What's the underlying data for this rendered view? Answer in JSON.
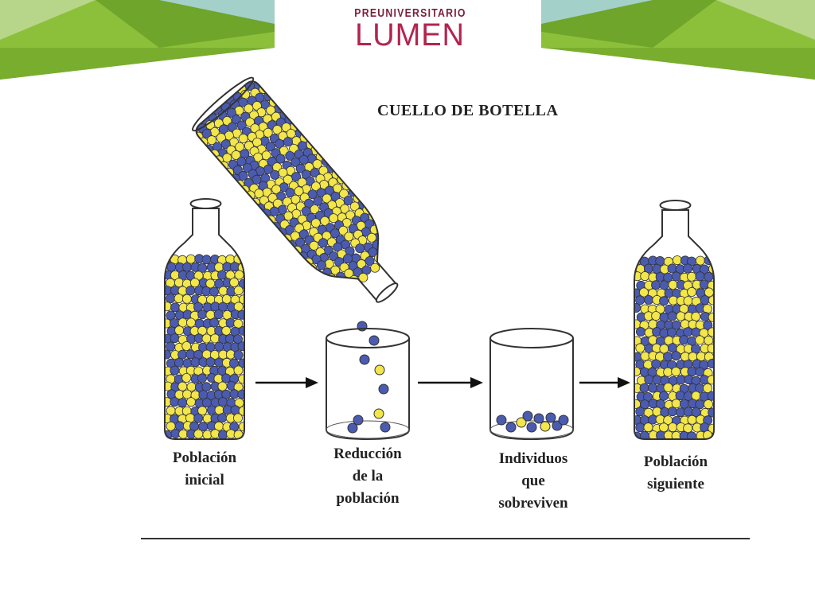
{
  "logo": {
    "line1": "PREUNIVERSITARIO",
    "line2": "LUMEN"
  },
  "diagram": {
    "title": "CUELLO DE BOTELLA",
    "stages": [
      {
        "label_lines": [
          "Población",
          "inicial"
        ]
      },
      {
        "label_lines": [
          "Reducción",
          "de la",
          "población"
        ]
      },
      {
        "label_lines": [
          "Individuos",
          "que",
          "sobreviven"
        ]
      },
      {
        "label_lines": [
          "Población",
          "siguiente"
        ]
      }
    ],
    "colors": {
      "bead_blue": "#4a5bb0",
      "bead_yellow": "#f2e64a",
      "accent_green": "#86b832",
      "logo_red": "#b3244e"
    }
  }
}
